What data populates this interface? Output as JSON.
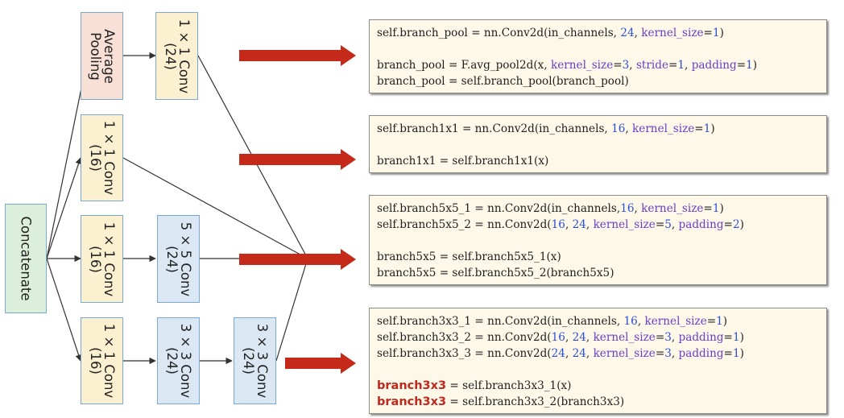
{
  "colors": {
    "arrow_red": "#c5291a",
    "line": "#333333",
    "box_border": "#7aa9cf",
    "yellow_fill": "#fbf0cf",
    "pink_fill": "#f8e0d6",
    "blue_fill": "#dbe8f4",
    "green_fill": "#dcefdc",
    "code_bg": "#fdf8e8"
  },
  "nodes": {
    "concatenate": "Concatenate",
    "average_pooling": "Average\nPooling",
    "pool_conv": "1 × 1 Conv\n(24)",
    "conv1x1_16": "1 × 1 Conv\n(16)",
    "b5_conv1x1": "1 × 1 Conv\n(16)",
    "b5_conv5x5": "5 × 5 Conv\n(24)",
    "b3_conv1x1": "1 × 1 Conv\n(16)",
    "b3_conv3x3_a": "3 × 3 Conv\n(24)",
    "b3_conv3x3_b": "3 × 3 Conv\n(24)"
  },
  "code_blocks": [
    {
      "lines": [
        [
          [
            "self.branch_pool = nn.Conv2d(in_channels, ",
            ""
          ],
          [
            "24",
            "num"
          ],
          [
            ", ",
            ""
          ],
          [
            "kernel_size",
            "kw"
          ],
          [
            "=",
            ""
          ],
          [
            "1",
            "num"
          ],
          [
            ")",
            ""
          ]
        ],
        [],
        [
          [
            "branch_pool = F.avg_pool2d(x, ",
            ""
          ],
          [
            "kernel_size",
            "kw"
          ],
          [
            "=",
            ""
          ],
          [
            "3",
            "num"
          ],
          [
            ", ",
            ""
          ],
          [
            "stride",
            "kw"
          ],
          [
            "=",
            ""
          ],
          [
            "1",
            "num"
          ],
          [
            ", ",
            ""
          ],
          [
            "padding",
            "kw"
          ],
          [
            "=",
            ""
          ],
          [
            "1",
            "num"
          ],
          [
            ")",
            ""
          ]
        ],
        [
          [
            "branch_pool = self.branch_pool(branch_pool)",
            ""
          ]
        ]
      ]
    },
    {
      "lines": [
        [
          [
            "self.branch1x1 = nn.Conv2d(in_channels, ",
            ""
          ],
          [
            "16",
            "num"
          ],
          [
            ", ",
            ""
          ],
          [
            "kernel_size",
            "kw"
          ],
          [
            "=",
            ""
          ],
          [
            "1",
            "num"
          ],
          [
            ")",
            ""
          ]
        ],
        [],
        [
          [
            "branch1x1 = self.branch1x1(x)",
            ""
          ]
        ]
      ]
    },
    {
      "lines": [
        [
          [
            "self.branch5x5_1 = nn.Conv2d(in_channels,",
            ""
          ],
          [
            "16",
            "num"
          ],
          [
            ", ",
            ""
          ],
          [
            "kernel_size",
            "kw"
          ],
          [
            "=",
            ""
          ],
          [
            "1",
            "num"
          ],
          [
            ")",
            ""
          ]
        ],
        [
          [
            "self.branch5x5_2 = nn.Conv2d(",
            ""
          ],
          [
            "16",
            "num"
          ],
          [
            ", ",
            ""
          ],
          [
            "24",
            "num"
          ],
          [
            ", ",
            ""
          ],
          [
            "kernel_size",
            "kw"
          ],
          [
            "=",
            ""
          ],
          [
            "5",
            "num"
          ],
          [
            ", ",
            ""
          ],
          [
            "padding",
            "kw"
          ],
          [
            "=",
            ""
          ],
          [
            "2",
            "num"
          ],
          [
            ")",
            ""
          ]
        ],
        [],
        [
          [
            "branch5x5 = self.branch5x5_1(x)",
            ""
          ]
        ],
        [
          [
            "branch5x5 = self.branch5x5_2(branch5x5)",
            ""
          ]
        ]
      ]
    },
    {
      "lines": [
        [
          [
            "self.branch3x3_1 = nn.Conv2d(in_channels, ",
            ""
          ],
          [
            "16",
            "num"
          ],
          [
            ", ",
            ""
          ],
          [
            "kernel_size",
            "kw"
          ],
          [
            "=",
            ""
          ],
          [
            "1",
            "num"
          ],
          [
            ")",
            ""
          ]
        ],
        [
          [
            "self.branch3x3_2 = nn.Conv2d(",
            ""
          ],
          [
            "16",
            "num"
          ],
          [
            ", ",
            ""
          ],
          [
            "24",
            "num"
          ],
          [
            ", ",
            ""
          ],
          [
            "kernel_size",
            "kw"
          ],
          [
            "=",
            ""
          ],
          [
            "3",
            "num"
          ],
          [
            ", ",
            ""
          ],
          [
            "padding",
            "kw"
          ],
          [
            "=",
            ""
          ],
          [
            "1",
            "num"
          ],
          [
            ")",
            ""
          ]
        ],
        [
          [
            "self.branch3x3_3 = nn.Conv2d(",
            ""
          ],
          [
            "24",
            "num"
          ],
          [
            ", ",
            ""
          ],
          [
            "24",
            "num"
          ],
          [
            ", ",
            ""
          ],
          [
            "kernel_size",
            "kw"
          ],
          [
            "=",
            ""
          ],
          [
            "3",
            "num"
          ],
          [
            ", ",
            ""
          ],
          [
            "padding",
            "kw"
          ],
          [
            "=",
            ""
          ],
          [
            "1",
            "num"
          ],
          [
            ")",
            ""
          ]
        ],
        [],
        [
          [
            "branch3x3",
            "hl"
          ],
          [
            " = self.branch3x3_1(x)",
            ""
          ]
        ],
        [
          [
            "branch3x3",
            "hl"
          ],
          [
            " = self.branch3x3_2(branch3x3)",
            ""
          ]
        ]
      ]
    }
  ]
}
